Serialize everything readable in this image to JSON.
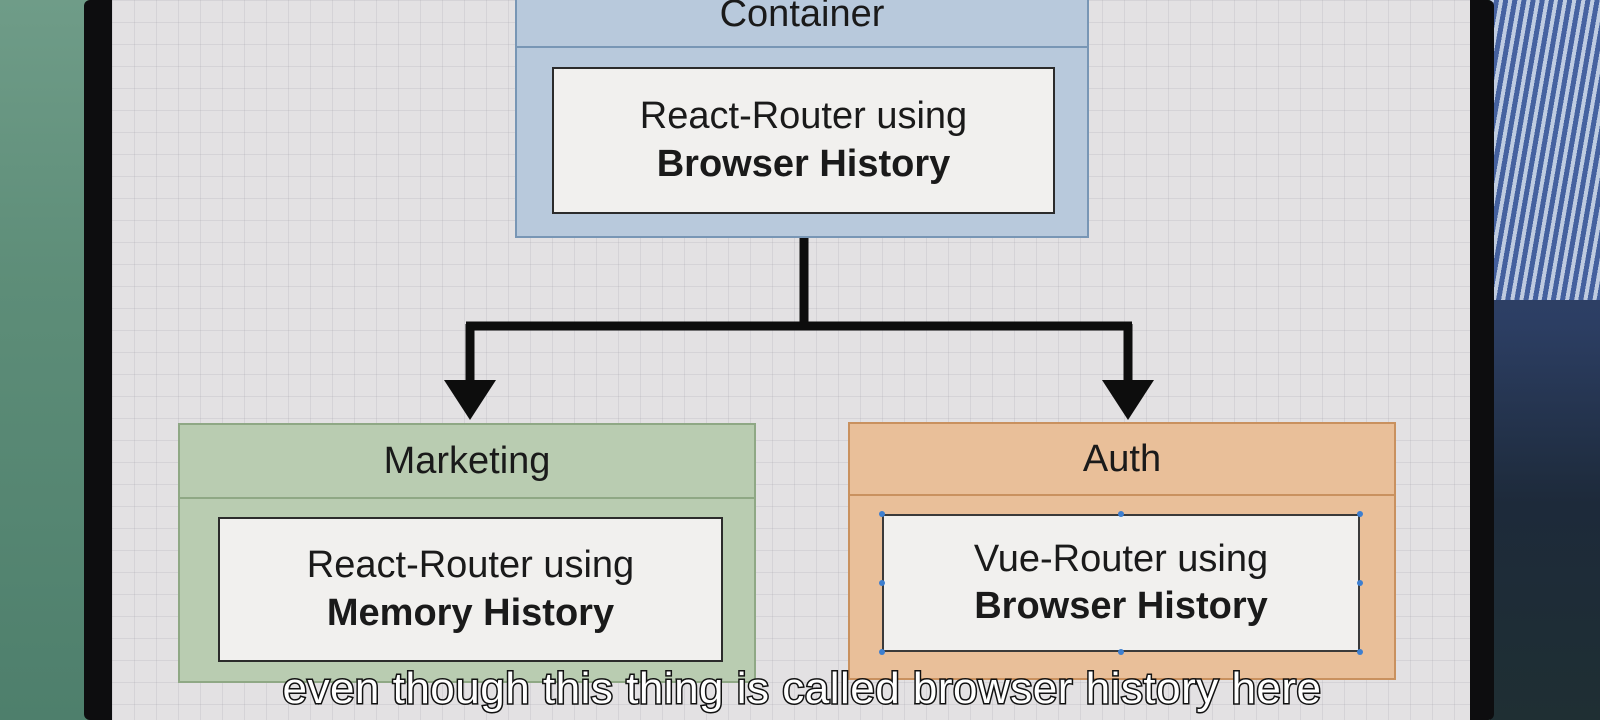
{
  "diagram": {
    "container": {
      "header": "Container",
      "inner_line1": "React-Router using",
      "inner_line2": "Browser History"
    },
    "marketing": {
      "header": "Marketing",
      "inner_line1": "React-Router using",
      "inner_line2": "Memory History"
    },
    "auth": {
      "header": "Auth",
      "inner_line1": "Vue-Router using",
      "inner_line2": "Browser History"
    }
  },
  "subtitle": "even though this thing is called browser history here",
  "colors": {
    "container_fill": "#b8c9dc",
    "marketing_fill": "#b9ccb1",
    "auth_fill": "#e9bf99",
    "arrow": "#0d0d0d"
  }
}
